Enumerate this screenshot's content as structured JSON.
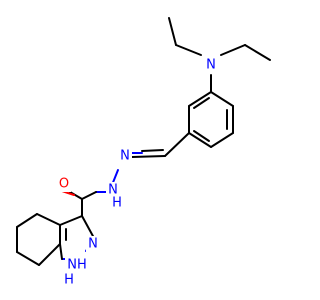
{
  "molecule": {
    "colors": {
      "carbon_bond": "#000000",
      "nitrogen": "#0000ff",
      "oxygen": "#ff0000"
    },
    "atoms": {
      "n_amine": "N",
      "o_carbonyl": "O",
      "n_hydrazone_1": "N",
      "n_hydrazone_2": "N",
      "h_hydrazide": "H",
      "n_pyrazole": "N",
      "nh_pyrazole": "NH",
      "h_pyrazole": "H"
    }
  }
}
